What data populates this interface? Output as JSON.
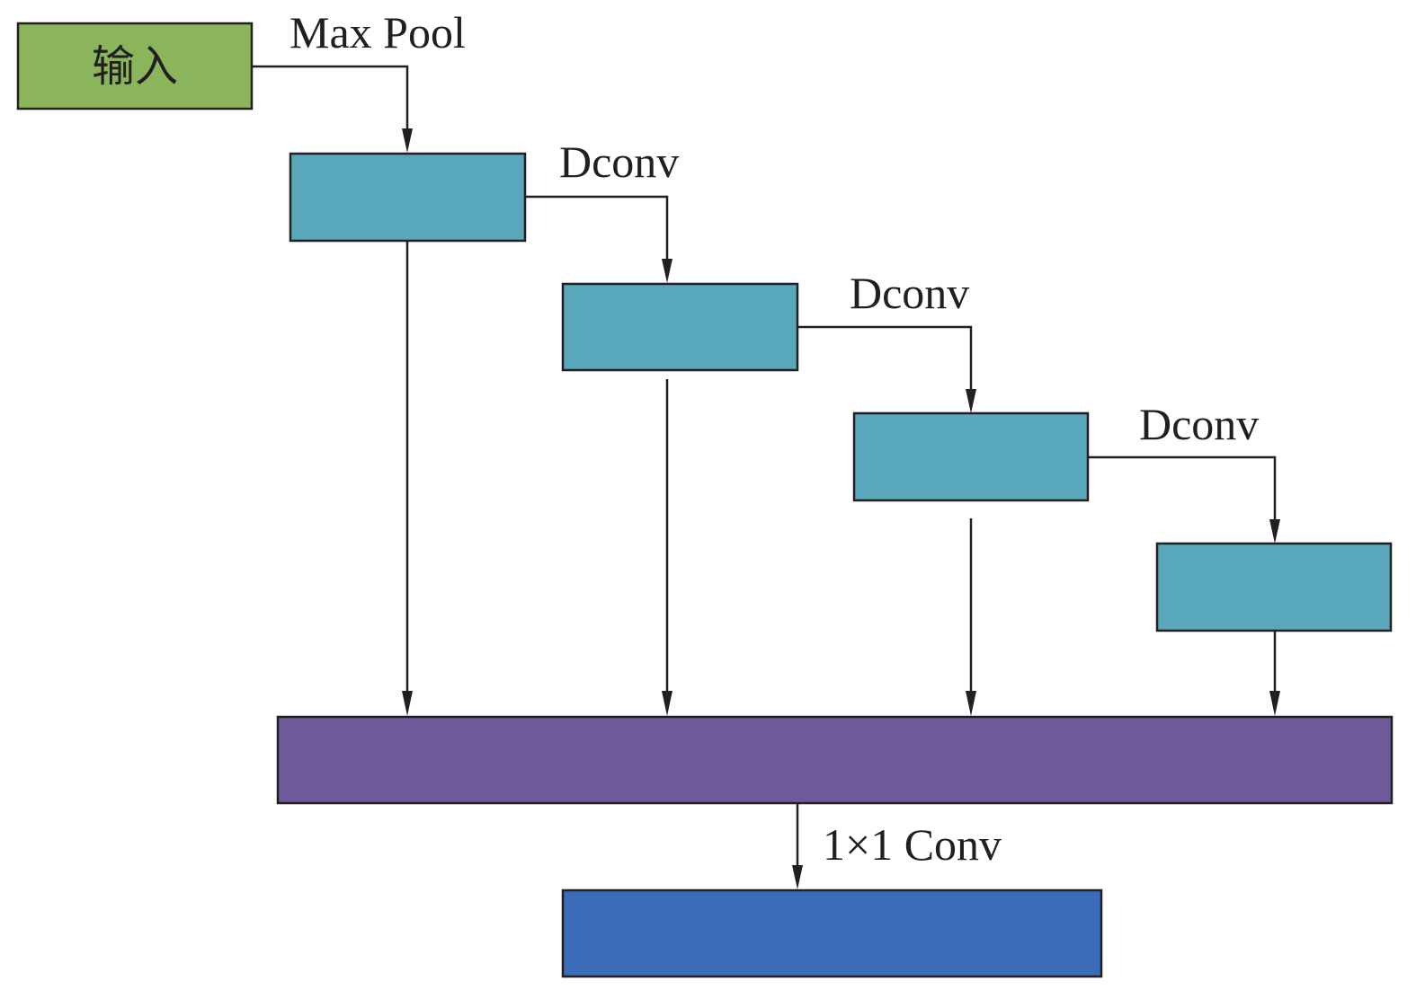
{
  "diagram": {
    "nodes": {
      "input": {
        "label": "输入",
        "color": "#8bb55a"
      },
      "stage1": {
        "label": "",
        "color": "#58a7bb"
      },
      "stage2": {
        "label": "",
        "color": "#58a7bb"
      },
      "stage3": {
        "label": "",
        "color": "#58a7bb"
      },
      "stage4": {
        "label": "",
        "color": "#58a7bb"
      },
      "concat": {
        "label": "",
        "color": "#6f5a9c"
      },
      "output": {
        "label": "",
        "color": "#3b6cb9"
      }
    },
    "edge_labels": {
      "maxpool": "Max Pool",
      "dconv1": "Dconv",
      "dconv2": "Dconv",
      "dconv3": "Dconv",
      "conv1x1": "1×1 Conv"
    },
    "edges": [
      {
        "from": "input",
        "to": "stage1",
        "label": "Max Pool"
      },
      {
        "from": "stage1",
        "to": "stage2",
        "label": "Dconv"
      },
      {
        "from": "stage2",
        "to": "stage3",
        "label": "Dconv"
      },
      {
        "from": "stage3",
        "to": "stage4",
        "label": "Dconv"
      },
      {
        "from": "stage1",
        "to": "concat",
        "label": ""
      },
      {
        "from": "stage2",
        "to": "concat",
        "label": ""
      },
      {
        "from": "stage3",
        "to": "concat",
        "label": ""
      },
      {
        "from": "stage4",
        "to": "concat",
        "label": ""
      },
      {
        "from": "concat",
        "to": "output",
        "label": "1×1 Conv"
      }
    ],
    "stroke_color": "#231f20"
  }
}
